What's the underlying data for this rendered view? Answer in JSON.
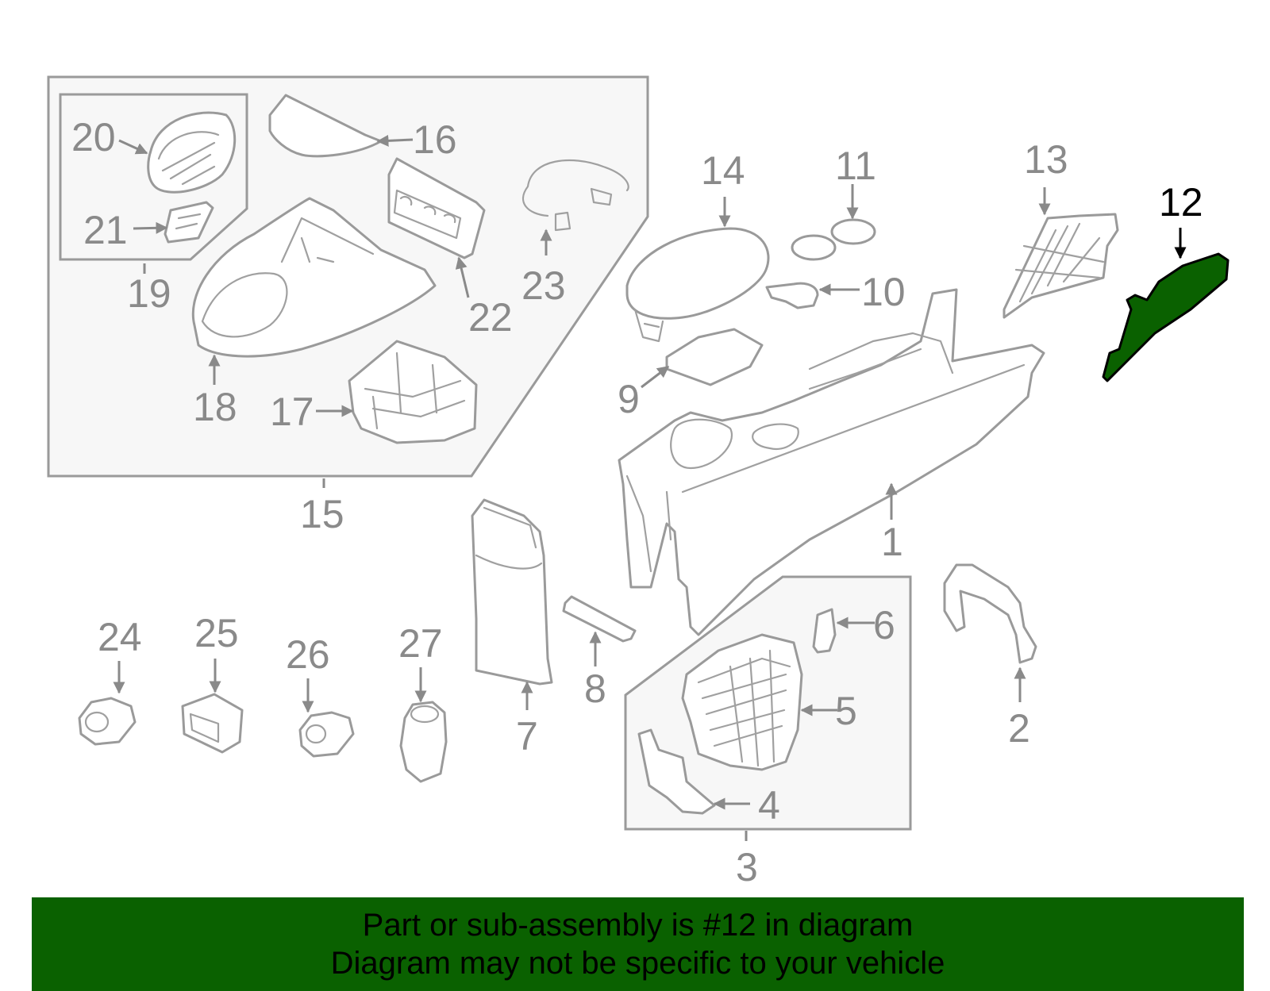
{
  "callouts": {
    "c1": "1",
    "c2": "2",
    "c3": "3",
    "c4": "4",
    "c5": "5",
    "c6": "6",
    "c7": "7",
    "c8": "8",
    "c9": "9",
    "c10": "10",
    "c11": "11",
    "c12": "12",
    "c13": "13",
    "c14": "14",
    "c15": "15",
    "c16": "16",
    "c17": "17",
    "c18": "18",
    "c19": "19",
    "c20": "20",
    "c21": "21",
    "c22": "22",
    "c23": "23",
    "c24": "24",
    "c25": "25",
    "c26": "26",
    "c27": "27"
  },
  "highlighted_part": "12",
  "banner": {
    "line1": "Part or sub-assembly is #12 in diagram",
    "line2": "Diagram may not be specific to your vehicle",
    "background_color": "#0a6100"
  },
  "colors": {
    "part_outline": "#9a9a9a",
    "highlight_fill": "#0a6100",
    "highlight_outline": "#000000"
  }
}
